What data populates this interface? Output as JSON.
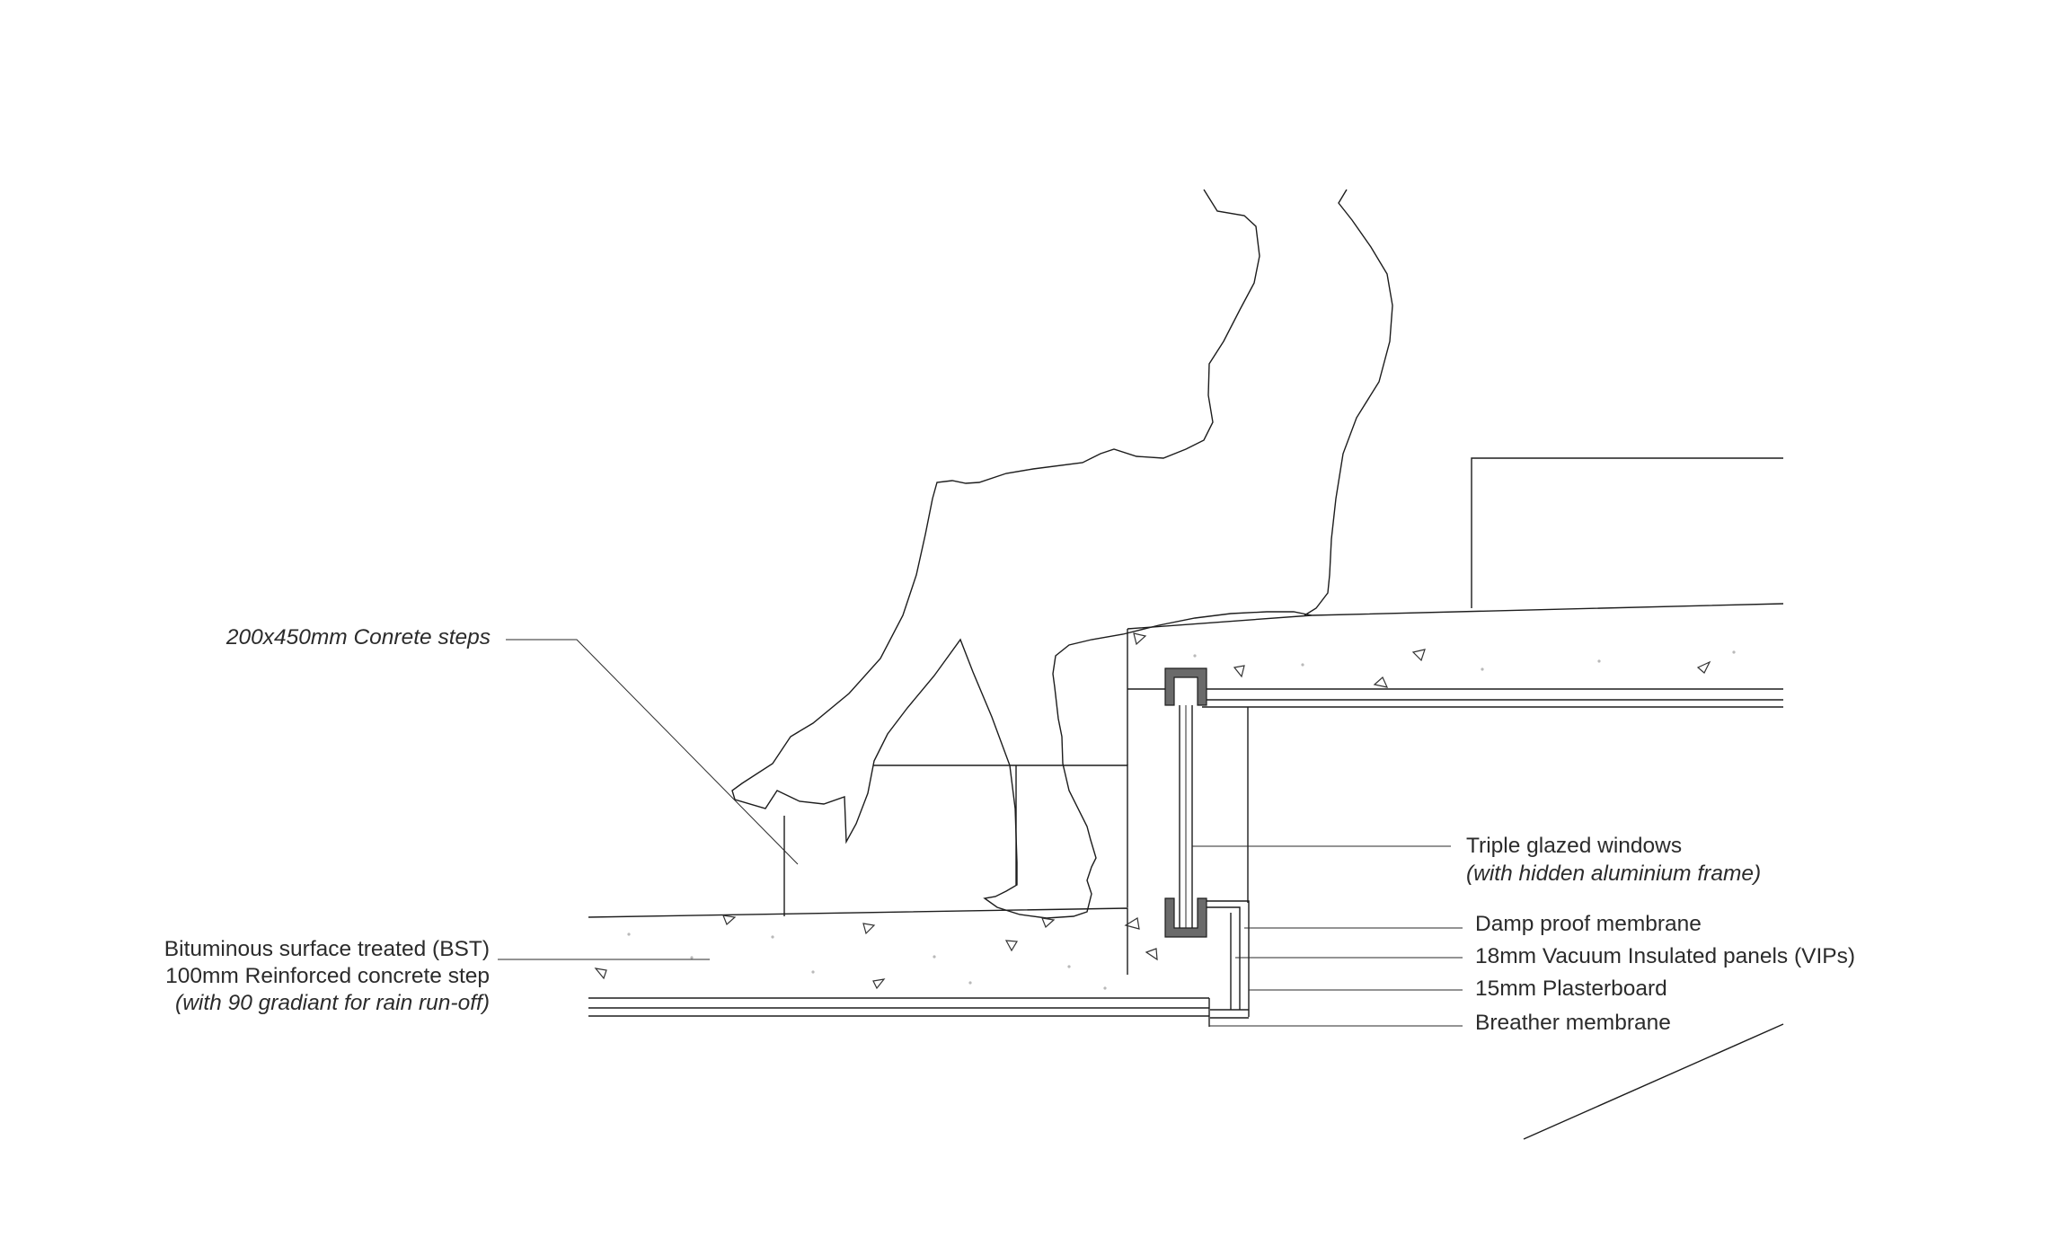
{
  "colors": {
    "line": "#1d1d1d",
    "text": "#2b2b2b",
    "frame_fill": "#6a6a6a",
    "background": "#ffffff"
  },
  "labels": {
    "steps": "200x450mm Conrete steps",
    "triple_glazed_1": "Triple glazed windows",
    "triple_glazed_2": "(with hidden aluminium frame)",
    "damp_proof": "Damp proof membrane",
    "vip": "18mm Vacuum Insulated panels (VIPs)",
    "plasterboard": "15mm Plasterboard",
    "breather": "Breather membrane",
    "bst_1": "Bituminous surface treated (BST)",
    "bst_2": "100mm Reinforced concrete step",
    "bst_3": "(with 90 gradiant for rain run-off)"
  }
}
